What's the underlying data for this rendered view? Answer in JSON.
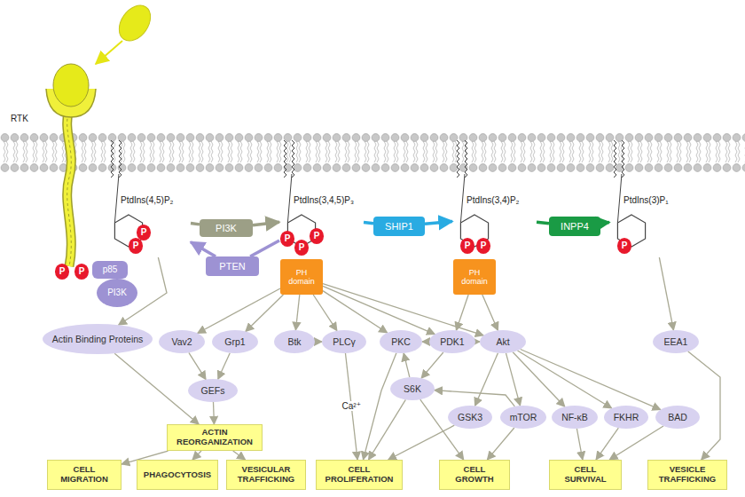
{
  "diagram": {
    "nodes": [
      {
        "text": [
          "P"
        ]
      },
      {
        "text": [
          "P"
        ]
      },
      {
        "text": [
          "p85"
        ]
      },
      {
        "text": [
          "PI3K"
        ]
      },
      {
        "text": [
          "PtdIns(4,5)P₂"
        ]
      },
      {
        "text": [
          "P"
        ],
        "in": 4
      },
      {
        "text": [
          "P"
        ],
        "in": 4
      },
      {
        "text": [
          "PI3K"
        ]
      },
      {
        "text": [
          "PTEN"
        ]
      },
      {
        "text": [
          "PtdIns(3,4,5)P₃"
        ]
      },
      {
        "text": [
          "P"
        ],
        "in": 9
      },
      {
        "text": [
          "P"
        ],
        "in": 9
      },
      {
        "text": [
          "P"
        ],
        "in": 9
      },
      {
        "text": [
          "PH domain"
        ]
      },
      {
        "text": [
          "SHIP1"
        ]
      },
      {
        "text": [
          "PtdIns(3,4)P₂"
        ]
      },
      {
        "text": [
          "P"
        ],
        "in": 15
      },
      {
        "text": [
          "P"
        ],
        "in": 15
      },
      {
        "text": [
          "PH domain"
        ]
      },
      {
        "text": [
          "INPP4"
        ]
      },
      {
        "text": [
          "PtdIns(3)P₁"
        ]
      },
      {
        "text": [
          "P"
        ],
        "in": 20
      },
      {
        "text": [
          "Actin Binding Proteins"
        ]
      },
      {
        "text": [
          "Vav2"
        ]
      },
      {
        "text": [
          "Grp1"
        ]
      },
      {
        "text": [
          "Btk"
        ]
      },
      {
        "text": [
          "PLCγ"
        ]
      },
      {
        "text": [
          "PKC"
        ]
      },
      {
        "text": [
          "PDK1"
        ]
      },
      {
        "text": [
          "Akt"
        ]
      },
      {
        "text": [
          "EEA1"
        ]
      },
      {
        "text": [
          "GEFs"
        ]
      },
      {
        "text": [
          "S6K"
        ]
      },
      {
        "text": [
          "GSK3"
        ]
      },
      {
        "text": [
          "mTOR"
        ]
      },
      {
        "text": [
          "NF-κB"
        ]
      },
      {
        "text": [
          "FKHR"
        ]
      },
      {
        "text": [
          "BAD"
        ]
      },
      {
        "text": [
          "ACTIN REORGANIZATION"
        ]
      },
      {
        "text": [
          "CELL MIGRATION"
        ]
      },
      {
        "text": [
          "PHAGOCYTOSIS"
        ]
      },
      {
        "text": [
          "VESICULAR TRAFFICKING"
        ]
      },
      {
        "text": [
          "CELL PROLIFERATION"
        ]
      },
      {
        "text": [
          "CELL GROWTH"
        ]
      },
      {
        "text": [
          "CELL SURVIVAL"
        ]
      },
      {
        "text": [
          "VESICLE TRAFFICKING"
        ]
      }
    ],
    "edges": [
      {
        "from": 4,
        "to": 7,
        "arrow": "none"
      },
      {
        "from": 7,
        "to": 9,
        "arrow": "to"
      },
      {
        "from": 9,
        "to": 8,
        "arrow": "none"
      },
      {
        "from": 8,
        "to": 4,
        "arrow": "to"
      },
      {
        "from": 9,
        "to": 14,
        "arrow": "none"
      },
      {
        "from": 14,
        "to": 15,
        "arrow": "to"
      },
      {
        "from": 15,
        "to": 19,
        "arrow": "none"
      },
      {
        "from": 19,
        "to": 20,
        "arrow": "to"
      },
      {
        "from": 4,
        "to": 22,
        "arrow": "to"
      },
      {
        "from": 22,
        "to": 38,
        "arrow": "to"
      },
      {
        "from": 13,
        "to": 23,
        "arrow": "to"
      },
      {
        "from": 13,
        "to": 24,
        "arrow": "to"
      },
      {
        "from": 13,
        "to": 25,
        "arrow": "to"
      },
      {
        "from": 13,
        "to": 26,
        "arrow": "to"
      },
      {
        "from": 13,
        "to": 27,
        "arrow": "to"
      },
      {
        "from": 13,
        "to": 28,
        "arrow": "to"
      },
      {
        "from": 13,
        "to": 29,
        "arrow": "to"
      },
      {
        "from": 18,
        "to": 28,
        "arrow": "to"
      },
      {
        "from": 18,
        "to": 29,
        "arrow": "to"
      },
      {
        "from": 23,
        "to": 31,
        "arrow": "to"
      },
      {
        "from": 24,
        "to": 31,
        "arrow": "to"
      },
      {
        "from": 31,
        "to": 38,
        "arrow": "to"
      },
      {
        "from": 25,
        "to": 26,
        "arrow": "to"
      },
      {
        "from": 26,
        "to": 42,
        "label": "Ca²⁺",
        "arrow": "to"
      },
      {
        "from": 38,
        "to": 39,
        "arrow": "to"
      },
      {
        "from": 38,
        "to": 40,
        "arrow": "to"
      },
      {
        "from": 38,
        "to": 41,
        "arrow": "to"
      },
      {
        "from": 27,
        "to": 42,
        "arrow": "to"
      },
      {
        "from": 28,
        "to": 27,
        "arrow": "to"
      },
      {
        "from": 28,
        "to": 32,
        "arrow": "to"
      },
      {
        "from": 28,
        "to": 29,
        "arrow": "to"
      },
      {
        "from": 29,
        "to": 33,
        "arrow": "to"
      },
      {
        "from": 29,
        "to": 34,
        "arrow": "to"
      },
      {
        "from": 29,
        "to": 35,
        "arrow": "to"
      },
      {
        "from": 29,
        "to": 36,
        "arrow": "to"
      },
      {
        "from": 29,
        "to": 37,
        "arrow": "to"
      },
      {
        "from": 34,
        "to": 32,
        "arrow": "to"
      },
      {
        "from": 32,
        "to": 27,
        "arrow": "to"
      },
      {
        "from": 32,
        "to": 42,
        "arrow": "to"
      },
      {
        "from": 32,
        "to": 43,
        "arrow": "to"
      },
      {
        "from": 34,
        "to": 43,
        "arrow": "to"
      },
      {
        "from": 33,
        "to": 42,
        "arrow": "to"
      },
      {
        "from": 35,
        "to": 44,
        "arrow": "to"
      },
      {
        "from": 36,
        "to": 44,
        "arrow": "to"
      },
      {
        "from": 37,
        "to": 44,
        "arrow": "to"
      },
      {
        "from": 20,
        "to": 30,
        "arrow": "to"
      },
      {
        "from": 30,
        "to": 45,
        "arrow": "to"
      }
    ],
    "labels": [
      "RTK"
    ]
  }
}
